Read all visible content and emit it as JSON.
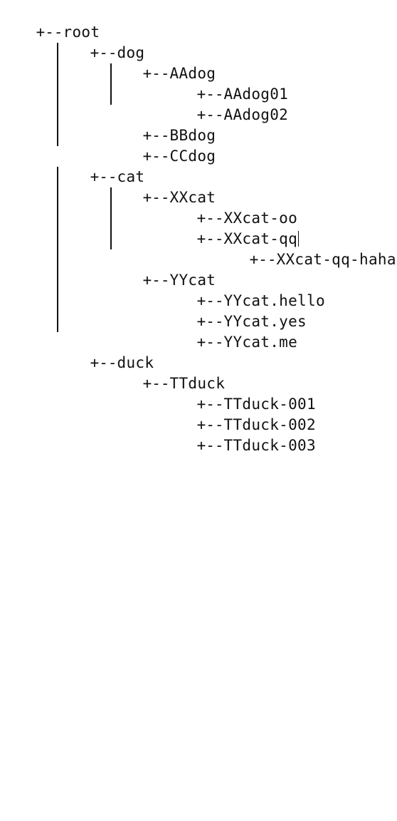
{
  "tree": {
    "branch_prefix": "+--",
    "nodes": [
      {
        "name": "root",
        "depth": 0
      },
      {
        "name": "dog",
        "depth": 1
      },
      {
        "name": "AAdog",
        "depth": 2
      },
      {
        "name": "AAdog01",
        "depth": 3
      },
      {
        "name": "AAdog02",
        "depth": 3
      },
      {
        "name": "BBdog",
        "depth": 2
      },
      {
        "name": "CCdog",
        "depth": 2
      },
      {
        "name": "cat",
        "depth": 1
      },
      {
        "name": "XXcat",
        "depth": 2
      },
      {
        "name": "XXcat-oo",
        "depth": 3
      },
      {
        "name": "XXcat-qq",
        "depth": 3
      },
      {
        "name": "XXcat-qq-hahah",
        "depth": 4
      },
      {
        "name": "YYcat",
        "depth": 2
      },
      {
        "name": "YYcat.hello",
        "depth": 3
      },
      {
        "name": "YYcat.yes",
        "depth": 3
      },
      {
        "name": "YYcat.me",
        "depth": 3
      },
      {
        "name": "duck",
        "depth": 1
      },
      {
        "name": "TTduck",
        "depth": 2
      },
      {
        "name": "TTduck-001",
        "depth": 3
      },
      {
        "name": "TTduck-002",
        "depth": 3
      },
      {
        "name": "TTduck-003",
        "depth": 3
      }
    ]
  }
}
